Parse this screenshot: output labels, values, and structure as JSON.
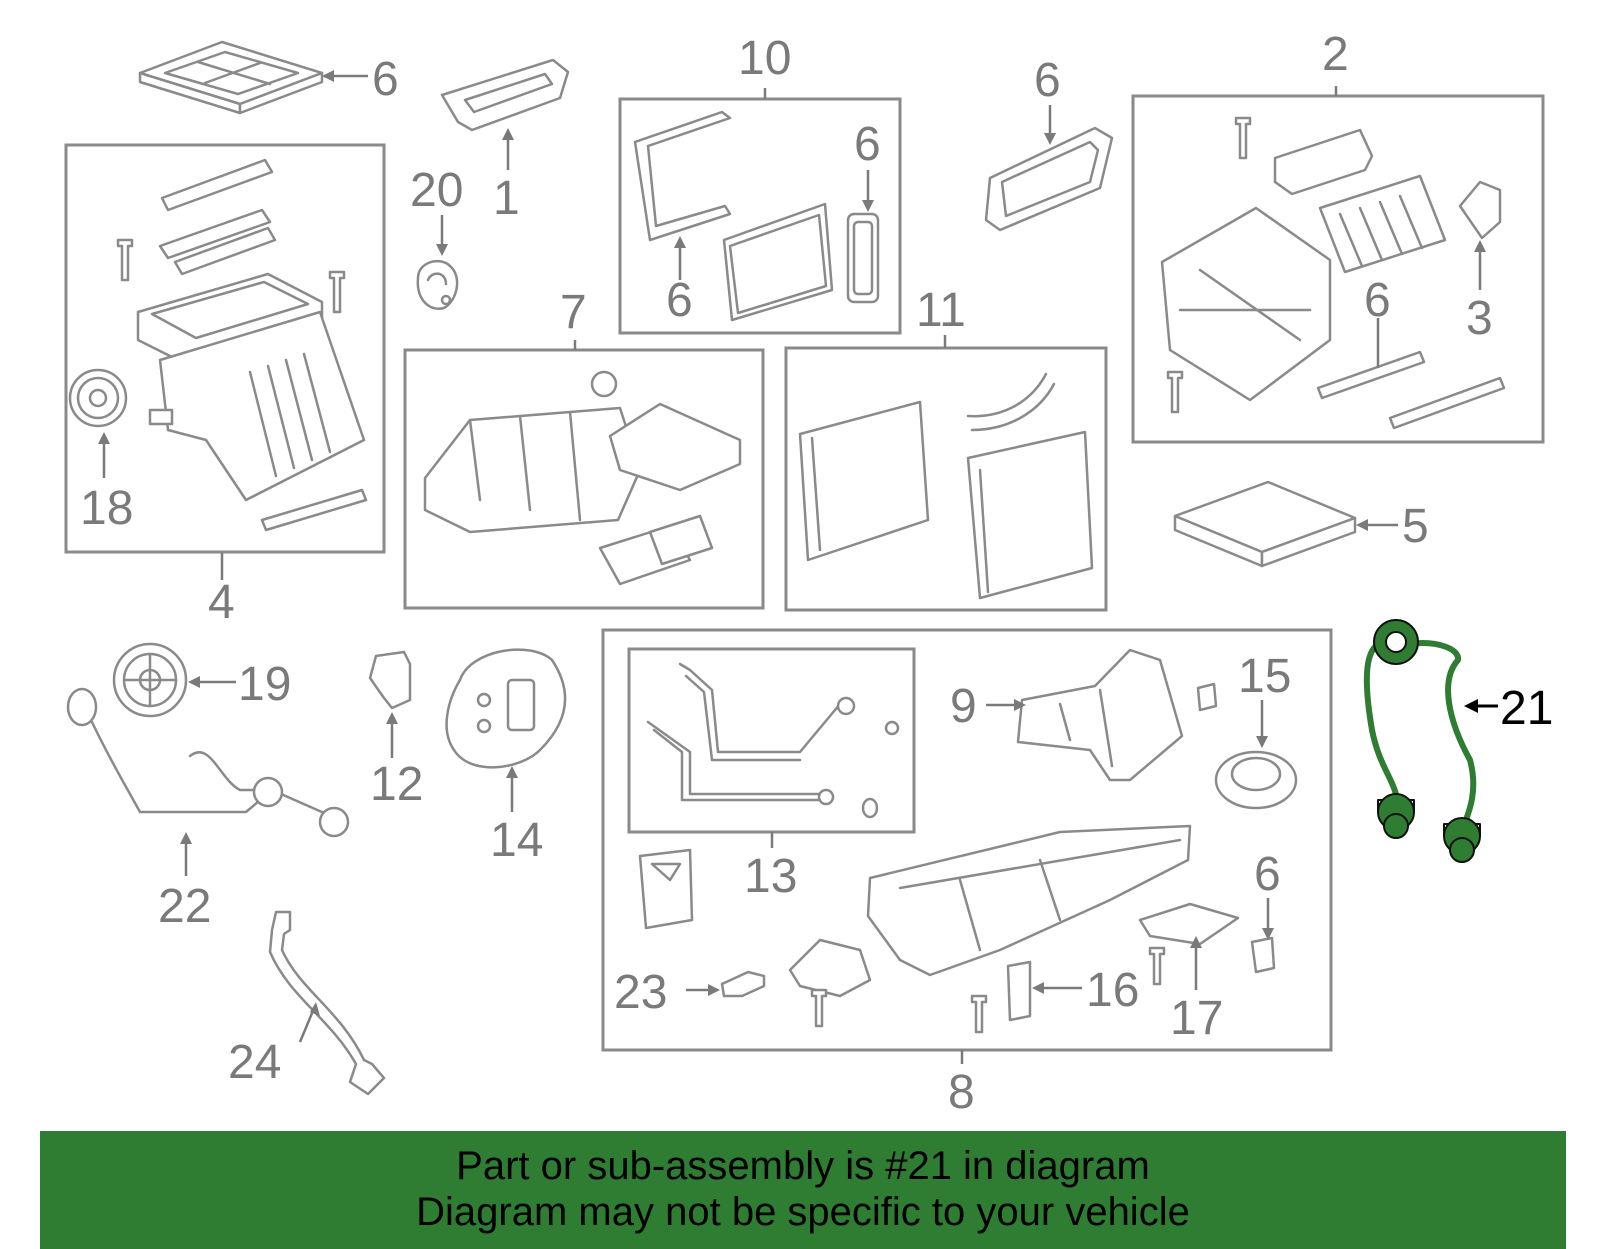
{
  "labels": {
    "l1": "1",
    "l2": "2",
    "l3": "3",
    "l4": "4",
    "l5": "5",
    "l6a": "6",
    "l6b": "6",
    "l6c": "6",
    "l6d": "6",
    "l6e": "6",
    "l6f": "6",
    "l7": "7",
    "l8": "8",
    "l9": "9",
    "l10": "10",
    "l11": "11",
    "l12": "12",
    "l13": "13",
    "l14": "14",
    "l15": "15",
    "l16": "16",
    "l17": "17",
    "l18": "18",
    "l19": "19",
    "l20": "20",
    "l21": "21",
    "l22": "22",
    "l23": "23",
    "l24": "24"
  },
  "highlight": {
    "part_number": "21",
    "color": "#2e7d32"
  },
  "banner": {
    "line1": "Part or sub-assembly is #21 in diagram",
    "line2": "Diagram may not be specific to your vehicle",
    "background": "#2e7d32"
  }
}
